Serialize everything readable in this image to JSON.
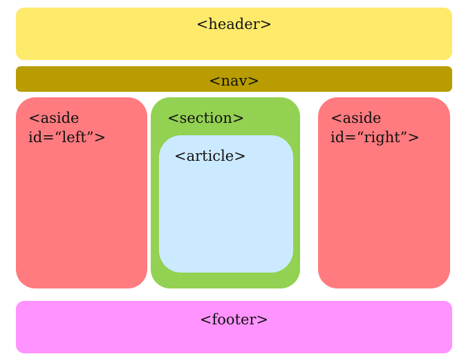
{
  "header": {
    "label": "<header>",
    "color": "#fdea6b"
  },
  "nav": {
    "label": "<nav>",
    "color": "#b89c00"
  },
  "aside_left": {
    "label": "<aside\nid=“left”>",
    "color": "#ff7b7f"
  },
  "section": {
    "label": "<section>",
    "color": "#93d152"
  },
  "article": {
    "label": "<article>",
    "color": "#cceaff"
  },
  "aside_right": {
    "label": "<aside\nid=“right”>",
    "color": "#ff7b7f"
  },
  "footer": {
    "label": "<footer>",
    "color": "#ff93ff"
  }
}
